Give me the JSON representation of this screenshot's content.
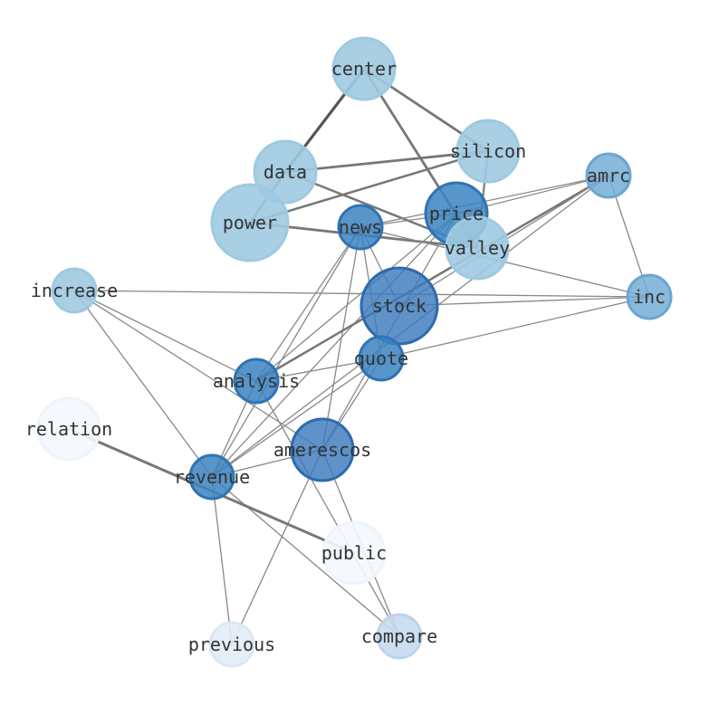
{
  "graph": {
    "nodes": [
      {
        "id": "center",
        "label": "center",
        "color": "#9ecae1",
        "border": "#9ecae1",
        "opacity": 0.9
      },
      {
        "id": "silicon",
        "label": "silicon",
        "color": "#9ecae1",
        "border": "#9ecae1",
        "opacity": 0.9
      },
      {
        "id": "data",
        "label": "data",
        "color": "#9ecae1",
        "border": "#9ecae1",
        "opacity": 0.9
      },
      {
        "id": "amrc",
        "label": "amrc",
        "color": "#74add5",
        "border": "#6aa6d2",
        "opacity": 0.85
      },
      {
        "id": "power",
        "label": "power",
        "color": "#9ecae1",
        "border": "#9ecae1",
        "opacity": 0.9
      },
      {
        "id": "price",
        "label": "price",
        "color": "#3a83c1",
        "border": "#2f73b3",
        "opacity": 0.85
      },
      {
        "id": "news",
        "label": "news",
        "color": "#3a83c1",
        "border": "#2f73b3",
        "opacity": 0.85
      },
      {
        "id": "valley",
        "label": "valley",
        "color": "#9ecae1",
        "border": "#9ecae1",
        "opacity": 0.9
      },
      {
        "id": "increase",
        "label": "increase",
        "color": "#9ecae1",
        "border": "#9ecae1",
        "opacity": 0.9
      },
      {
        "id": "inc",
        "label": "inc",
        "color": "#74add5",
        "border": "#6aa6d2",
        "opacity": 0.85
      },
      {
        "id": "stock",
        "label": "stock",
        "color": "#3a7abd",
        "border": "#2e6aad",
        "opacity": 0.82
      },
      {
        "id": "quote",
        "label": "quote",
        "color": "#3a83c1",
        "border": "#2f73b3",
        "opacity": 0.85
      },
      {
        "id": "analysis",
        "label": "analysis",
        "color": "#3a83c1",
        "border": "#2f73b3",
        "opacity": 0.85
      },
      {
        "id": "relation",
        "label": "relation",
        "color": "#f4f8fd",
        "border": "#eef4fb",
        "opacity": 0.9
      },
      {
        "id": "amerescos",
        "label": "amerescos",
        "color": "#3a7abd",
        "border": "#2e6aad",
        "opacity": 0.82
      },
      {
        "id": "revenue",
        "label": "revenue",
        "color": "#3a83c1",
        "border": "#2f73b3",
        "opacity": 0.85
      },
      {
        "id": "public",
        "label": "public",
        "color": "#f4f8fd",
        "border": "#eef4fb",
        "opacity": 0.9
      },
      {
        "id": "previous",
        "label": "previous",
        "color": "#e3ecf7",
        "border": "#dce7f4",
        "opacity": 0.9
      },
      {
        "id": "compare",
        "label": "compare",
        "color": "#c6dbef",
        "border": "#bcd4eb",
        "opacity": 0.9
      }
    ],
    "edges": [
      {
        "source": "center",
        "target": "data",
        "weight": 3.2,
        "shade": "#555555"
      },
      {
        "source": "center",
        "target": "silicon",
        "weight": 2.8,
        "shade": "#777777"
      },
      {
        "source": "center",
        "target": "valley",
        "weight": 2.8,
        "shade": "#777777"
      },
      {
        "source": "data",
        "target": "silicon",
        "weight": 2.8,
        "shade": "#777777"
      },
      {
        "source": "data",
        "target": "power",
        "weight": 2.5,
        "shade": "#666666"
      },
      {
        "source": "data",
        "target": "valley",
        "weight": 2.5,
        "shade": "#777777"
      },
      {
        "source": "power",
        "target": "silicon",
        "weight": 2.5,
        "shade": "#777777"
      },
      {
        "source": "power",
        "target": "valley",
        "weight": 2.8,
        "shade": "#777777"
      },
      {
        "source": "silicon",
        "target": "valley",
        "weight": 2.5,
        "shade": "#888888"
      },
      {
        "source": "news",
        "target": "amrc",
        "weight": 1.3,
        "shade": "#888888"
      },
      {
        "source": "news",
        "target": "inc",
        "weight": 1.3,
        "shade": "#888888"
      },
      {
        "source": "news",
        "target": "stock",
        "weight": 1.3,
        "shade": "#888888"
      },
      {
        "source": "news",
        "target": "quote",
        "weight": 1.3,
        "shade": "#888888"
      },
      {
        "source": "news",
        "target": "analysis",
        "weight": 1.3,
        "shade": "#888888"
      },
      {
        "source": "news",
        "target": "revenue",
        "weight": 1.3,
        "shade": "#888888"
      },
      {
        "source": "news",
        "target": "amerescos",
        "weight": 1.3,
        "shade": "#888888"
      },
      {
        "source": "price",
        "target": "amrc",
        "weight": 1.3,
        "shade": "#888888"
      },
      {
        "source": "price",
        "target": "news",
        "weight": 1.3,
        "shade": "#888888"
      },
      {
        "source": "price",
        "target": "analysis",
        "weight": 1.3,
        "shade": "#888888"
      },
      {
        "source": "price",
        "target": "revenue",
        "weight": 1.3,
        "shade": "#888888"
      },
      {
        "source": "price",
        "target": "amerescos",
        "weight": 1.3,
        "shade": "#888888"
      },
      {
        "source": "amrc",
        "target": "inc",
        "weight": 1.3,
        "shade": "#888888"
      },
      {
        "source": "amrc",
        "target": "analysis",
        "weight": 2.5,
        "shade": "#777777"
      },
      {
        "source": "amrc",
        "target": "revenue",
        "weight": 1.3,
        "shade": "#888888"
      },
      {
        "source": "amrc",
        "target": "stock",
        "weight": 1.3,
        "shade": "#888888"
      },
      {
        "source": "increase",
        "target": "inc",
        "weight": 1.3,
        "shade": "#888888"
      },
      {
        "source": "increase",
        "target": "analysis",
        "weight": 1.3,
        "shade": "#888888"
      },
      {
        "source": "increase",
        "target": "revenue",
        "weight": 1.3,
        "shade": "#888888"
      },
      {
        "source": "increase",
        "target": "amerescos",
        "weight": 1.3,
        "shade": "#888888"
      },
      {
        "source": "stock",
        "target": "inc",
        "weight": 1.3,
        "shade": "#888888"
      },
      {
        "source": "quote",
        "target": "inc",
        "weight": 1.3,
        "shade": "#888888"
      },
      {
        "source": "analysis",
        "target": "quote",
        "weight": 1.3,
        "shade": "#888888"
      },
      {
        "source": "analysis",
        "target": "compare",
        "weight": 1.3,
        "shade": "#888888"
      },
      {
        "source": "analysis",
        "target": "revenue",
        "weight": 1.3,
        "shade": "#888888"
      },
      {
        "source": "amerescos",
        "target": "revenue",
        "weight": 1.3,
        "shade": "#888888"
      },
      {
        "source": "amerescos",
        "target": "quote",
        "weight": 1.3,
        "shade": "#888888"
      },
      {
        "source": "amerescos",
        "target": "compare",
        "weight": 1.3,
        "shade": "#888888"
      },
      {
        "source": "amerescos",
        "target": "previous",
        "weight": 1.3,
        "shade": "#888888"
      },
      {
        "source": "revenue",
        "target": "previous",
        "weight": 1.3,
        "shade": "#888888"
      },
      {
        "source": "revenue",
        "target": "compare",
        "weight": 1.3,
        "shade": "#888888"
      },
      {
        "source": "revenue",
        "target": "quote",
        "weight": 1.3,
        "shade": "#888888"
      },
      {
        "source": "relation",
        "target": "public",
        "weight": 3.0,
        "shade": "#777777"
      }
    ]
  }
}
